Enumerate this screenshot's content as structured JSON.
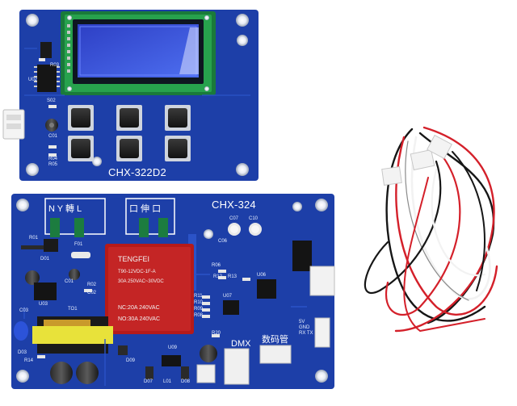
{
  "photo": {
    "top_board": {
      "model_label": "CHX-322D2",
      "silk": {
        "r03": "R03",
        "u02": "U02",
        "c01": "C01",
        "r04": "R04",
        "r05": "R05",
        "s02": "S02"
      }
    },
    "bottom_board": {
      "model_label": "CHX-324",
      "header_dmx": "DMX",
      "header_digit_tube": "数码管",
      "terminal_left": "N Y 轉 L",
      "terminal_right": "口 伸 口",
      "relay": {
        "brand": "TENGFEI",
        "model": "T90-12VDC-1F-A",
        "rating1": "30A 250VAC~30VDC",
        "rating2": "NC:20A  240VAC",
        "rating3": "NO:30A  240VAC"
      },
      "silk": {
        "r01": "R01",
        "f01": "F01",
        "d01": "D01",
        "c01": "C01",
        "r02": "R02",
        "c02": "C02",
        "u03": "U03",
        "c03": "C03",
        "to1": "TO1",
        "d03": "D03",
        "r14": "R14",
        "c06": "C06",
        "c07": "C07",
        "c10": "C10",
        "r06": "R06",
        "r12": "R12",
        "r13": "R13",
        "u06": "U06",
        "r11": "R11",
        "r10": "R10",
        "r09": "R09",
        "r08": "R08",
        "u07": "U07",
        "r20": "R20",
        "d09": "D09",
        "d07": "D07",
        "l01": "L01",
        "d08": "D08",
        "u09": "U09",
        "pins": "5V GND RX TX"
      }
    },
    "colors": {
      "pcb_blue": "#1d3fa8",
      "pcb_blue_dark": "#14307f",
      "silk_white": "#ffffff",
      "lcd_blue": "#3a52d8",
      "relay_red": "#b51a1a",
      "transformer_yellow": "#e8e23a",
      "wire_red": "#d4202a",
      "wire_black": "#161616",
      "wire_white": "#f2f2f2"
    }
  }
}
